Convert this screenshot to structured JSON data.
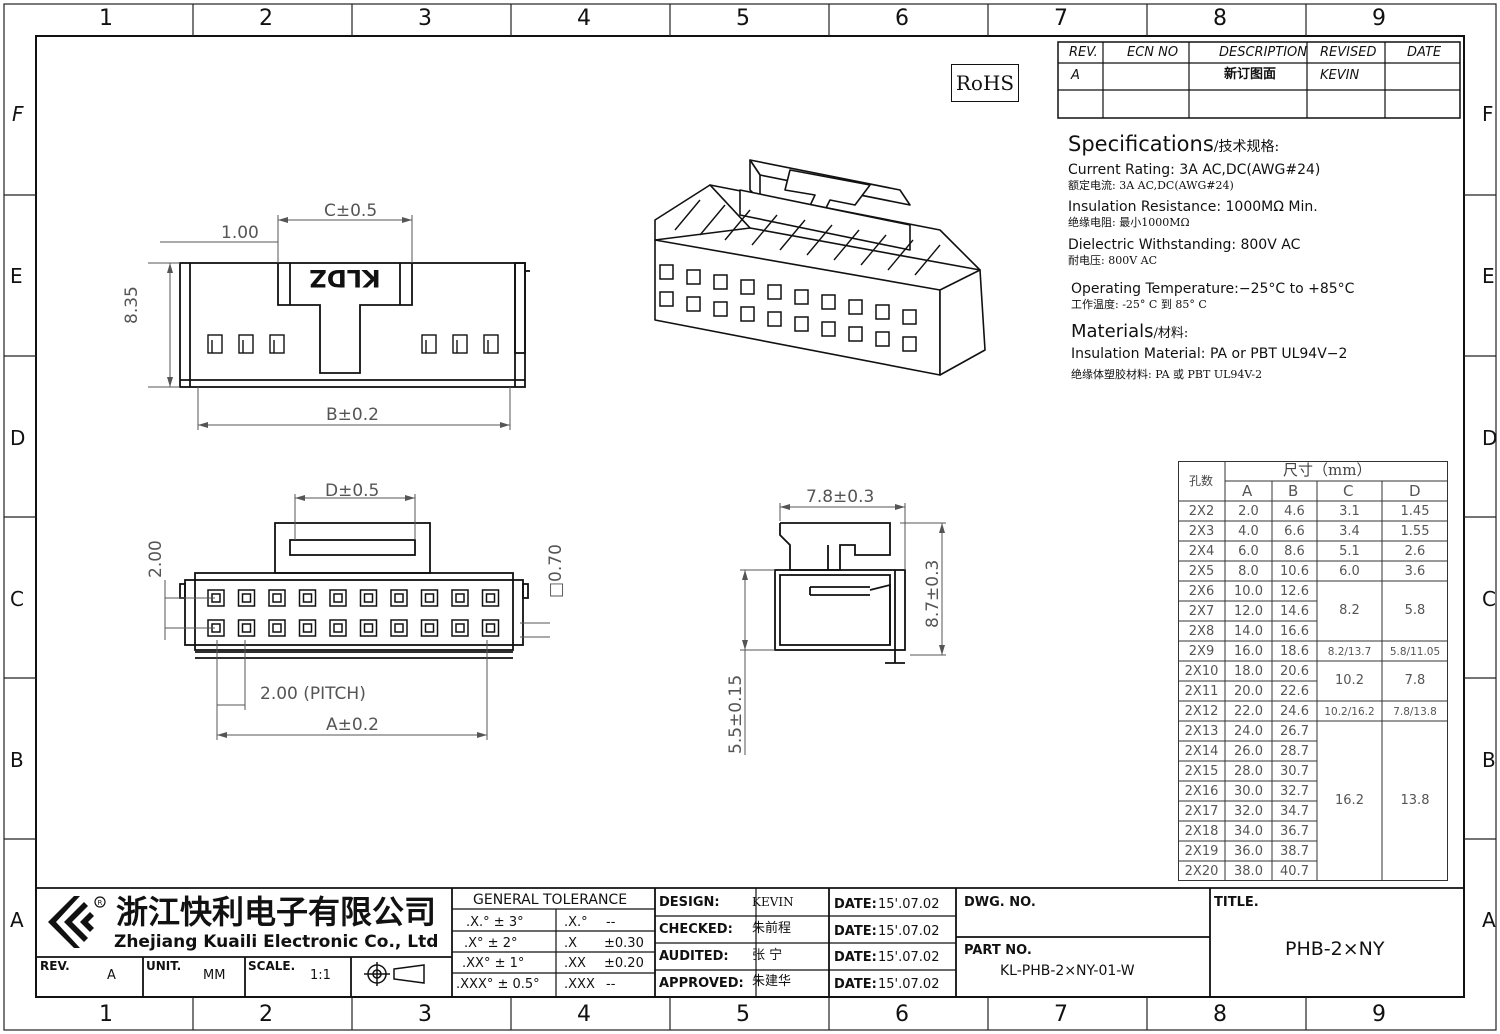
{
  "frame": {
    "col_numbers": [
      "1",
      "2",
      "3",
      "4",
      "5",
      "6",
      "7",
      "8",
      "9"
    ],
    "row_letters": [
      "F",
      "E",
      "D",
      "C",
      "B",
      "A"
    ]
  },
  "rohs": "RoHS",
  "revision_table": {
    "headers": [
      "REV.",
      "ECN NO",
      "DESCRIPTION",
      "REVISED",
      "DATE"
    ],
    "row": [
      "A",
      "",
      "新订图面",
      "KEVIN",
      ""
    ]
  },
  "specs": {
    "heading": "Specifications",
    "heading_cn": "/技术规格:",
    "current_en": "Current  Rating:  3A  AC,DC(AWG#24)",
    "current_cn": "额定电流: 3A AC,DC(AWG#24)",
    "insulation_en": "Insulation  Resistance:  1000MΩ  Min.",
    "insulation_cn": "绝缘电阻: 最小1000MΩ",
    "dielectric_en": "Dielectric  Withstanding:   800V  AC",
    "dielectric_cn": "耐电压: 800V AC",
    "temp_en": "Operating  Temperature:−25°C  to  +85°C",
    "temp_cn": "工作温度: -25° C 到 85° C",
    "materials_heading": "Materials",
    "materials_heading_cn": "/材料:",
    "material_en": "Insulation  Material:  PA  or  PBT  UL94V−2",
    "material_cn": "绝缘体塑胶材料: PA 或 PBT UL94V-2"
  },
  "dimensions": {
    "top_view": {
      "c": "C±0.5",
      "pin": "1.00",
      "height": "8.35",
      "b": "B±0.2",
      "logo": "KLDZ"
    },
    "front_view": {
      "d": "D±0.5",
      "pitch_v": "2.00",
      "square": "□0.70",
      "pitch": "2.00 (PITCH)",
      "a": "A±0.2"
    },
    "side_view": {
      "width": "7.8±0.3",
      "height": "8.7±0.3",
      "depth": "5.5±0.15"
    }
  },
  "size_table": {
    "title": "尺寸（mm）",
    "col_holes": "孔数",
    "cols": [
      "A",
      "B",
      "C",
      "D"
    ],
    "rows": [
      [
        "2X2",
        "2.0",
        "4.6",
        "3.1",
        "1.45"
      ],
      [
        "2X3",
        "4.0",
        "6.6",
        "3.4",
        "1.55"
      ],
      [
        "2X4",
        "6.0",
        "8.6",
        "5.1",
        "2.6"
      ],
      [
        "2X5",
        "8.0",
        "10.6",
        "6.0",
        "3.6"
      ],
      [
        "2X6",
        "10.0",
        "12.6",
        "",
        ""
      ],
      [
        "2X7",
        "12.0",
        "14.6",
        "8.2",
        "5.8"
      ],
      [
        "2X8",
        "14.0",
        "16.6",
        "",
        ""
      ],
      [
        "2X9",
        "16.0",
        "18.6",
        "8.2/13.7",
        "5.8/11.05"
      ],
      [
        "2X10",
        "18.0",
        "20.6",
        "",
        ""
      ],
      [
        "2X11",
        "20.0",
        "22.6",
        "10.2",
        "7.8"
      ],
      [
        "2X12",
        "22.0",
        "24.6",
        "10.2/16.2",
        "7.8/13.8"
      ],
      [
        "2X13",
        "24.0",
        "26.7",
        "",
        ""
      ],
      [
        "2X14",
        "26.0",
        "28.7",
        "",
        ""
      ],
      [
        "2X15",
        "28.0",
        "30.7",
        "",
        ""
      ],
      [
        "2X16",
        "30.0",
        "32.7",
        "16.2",
        "13.8"
      ],
      [
        "2X17",
        "32.0",
        "34.7",
        "",
        ""
      ],
      [
        "2X18",
        "34.0",
        "36.7",
        "",
        ""
      ],
      [
        "2X19",
        "36.0",
        "38.7",
        "",
        ""
      ],
      [
        "2X20",
        "38.0",
        "40.7",
        "",
        ""
      ]
    ]
  },
  "title_block": {
    "company_cn": "浙江快利电子有限公司",
    "company_en": "Zhejiang  Kuaili  Electronic  Co.,  Ltd",
    "rev_label": "REV.",
    "rev": "A",
    "unit_label": "UNIT.",
    "unit": "MM",
    "scale_label": "SCALE.",
    "scale": "1:1",
    "tolerance_title": "GENERAL  TOLERANCE",
    "tol": [
      [
        ".X.° ± 3°",
        ".X.°",
        "--"
      ],
      [
        ".X° ± 2°",
        ".X",
        "±0.30"
      ],
      [
        ".XX° ± 1°",
        ".XX",
        "±0.20"
      ],
      [
        ".XXX° ± 0.5°",
        ".XXX",
        "--"
      ]
    ],
    "design_label": "DESIGN:",
    "design": "KEVIN",
    "checked_label": "CHECKED:",
    "checked": "朱前程",
    "audited_label": "AUDITED:",
    "audited": "张  宁",
    "approved_label": "APPROVED:",
    "approved": "朱建华",
    "date_label": "DATE:",
    "date": "15'.07.02",
    "dwg_label": "DWG. NO.",
    "part_label": "PART NO.",
    "part_no": "KL-PHB-2×NY-01-W",
    "title_label": "TITLE.",
    "title": "PHB-2×NY"
  }
}
